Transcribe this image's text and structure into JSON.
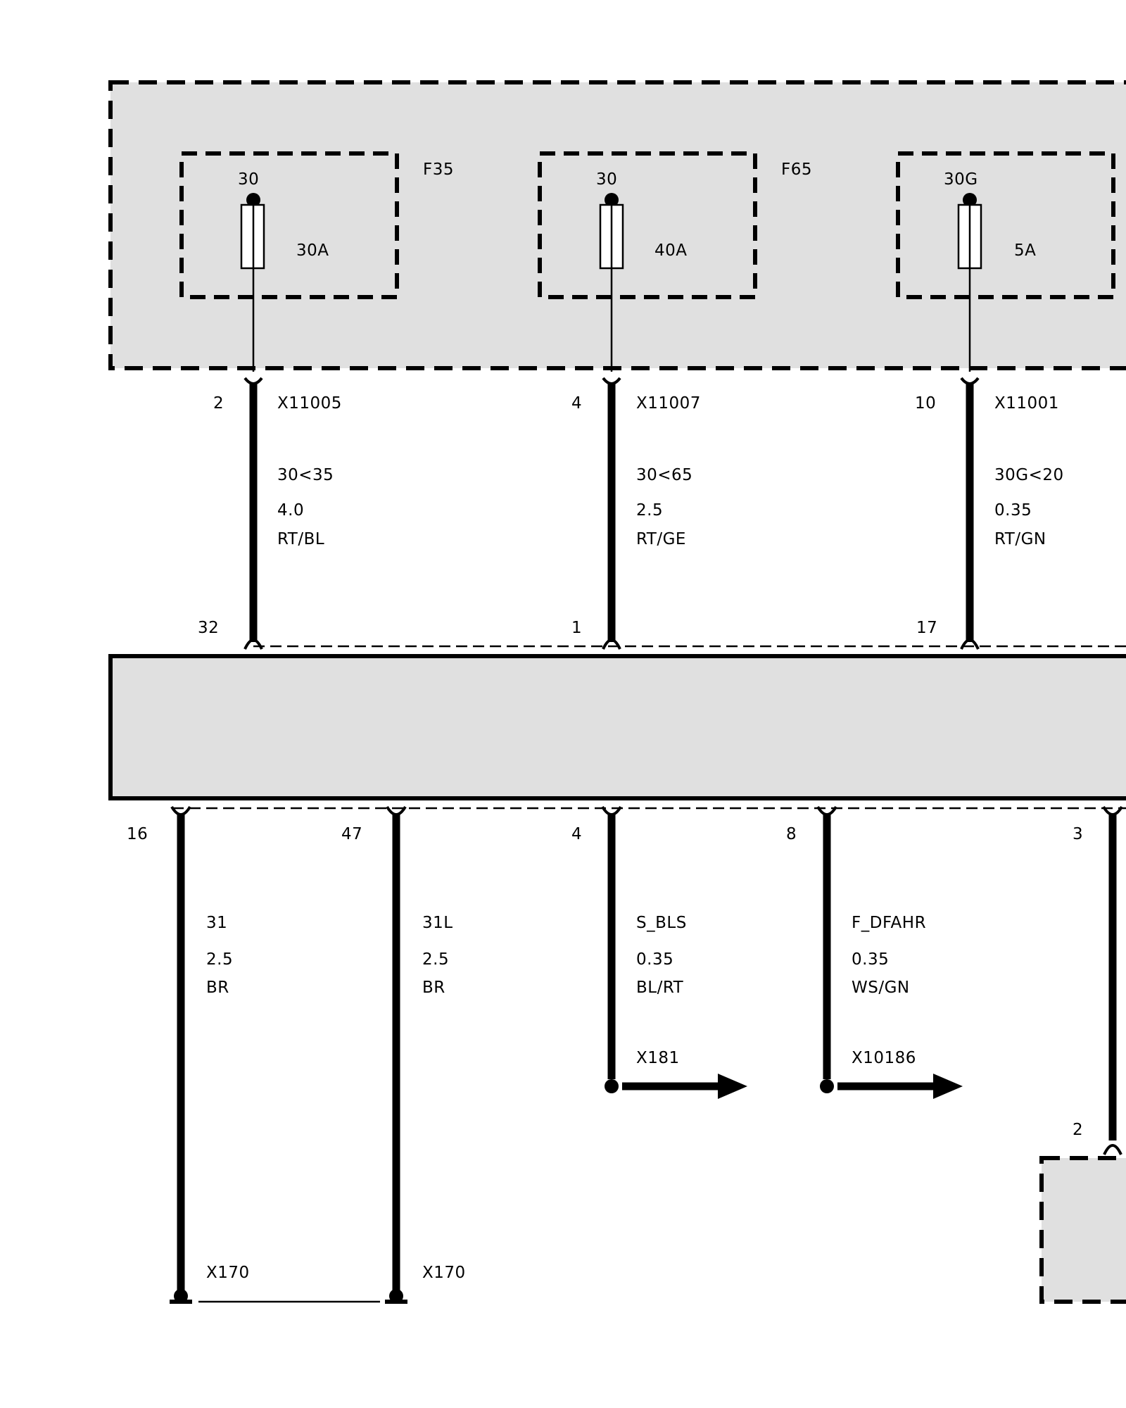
{
  "fuses": [
    {
      "id": "F35",
      "terminal": "30",
      "rating": "30A"
    },
    {
      "id": "F65",
      "terminal": "30",
      "rating": "40A"
    },
    {
      "id": "",
      "terminal": "30G",
      "rating": "5A"
    }
  ],
  "upper_wires": [
    {
      "top_pin": "2",
      "connector": "X11005",
      "signal": "30<35",
      "gauge": "4.0",
      "color": "RT/BL",
      "bottom_pin": "32"
    },
    {
      "top_pin": "4",
      "connector": "X11007",
      "signal": "30<65",
      "gauge": "2.5",
      "color": "RT/GE",
      "bottom_pin": "1"
    },
    {
      "top_pin": "10",
      "connector": "X11001",
      "signal": "30G<20",
      "gauge": "0.35",
      "color": "RT/GN",
      "bottom_pin": "17"
    }
  ],
  "lower_wires": [
    {
      "pin": "16",
      "signal": "31",
      "gauge": "2.5",
      "color": "BR",
      "end_connector": "X170"
    },
    {
      "pin": "47",
      "signal": "31L",
      "gauge": "2.5",
      "color": "BR",
      "end_connector": "X170"
    },
    {
      "pin": "4",
      "signal": "S_BLS",
      "gauge": "0.35",
      "color": "BL/RT",
      "end_connector": "X181"
    },
    {
      "pin": "8",
      "signal": "F_DFAHR",
      "gauge": "0.35",
      "color": "WS/GN",
      "end_connector": "X10186"
    },
    {
      "pin": "3",
      "end_pin": "2"
    }
  ]
}
